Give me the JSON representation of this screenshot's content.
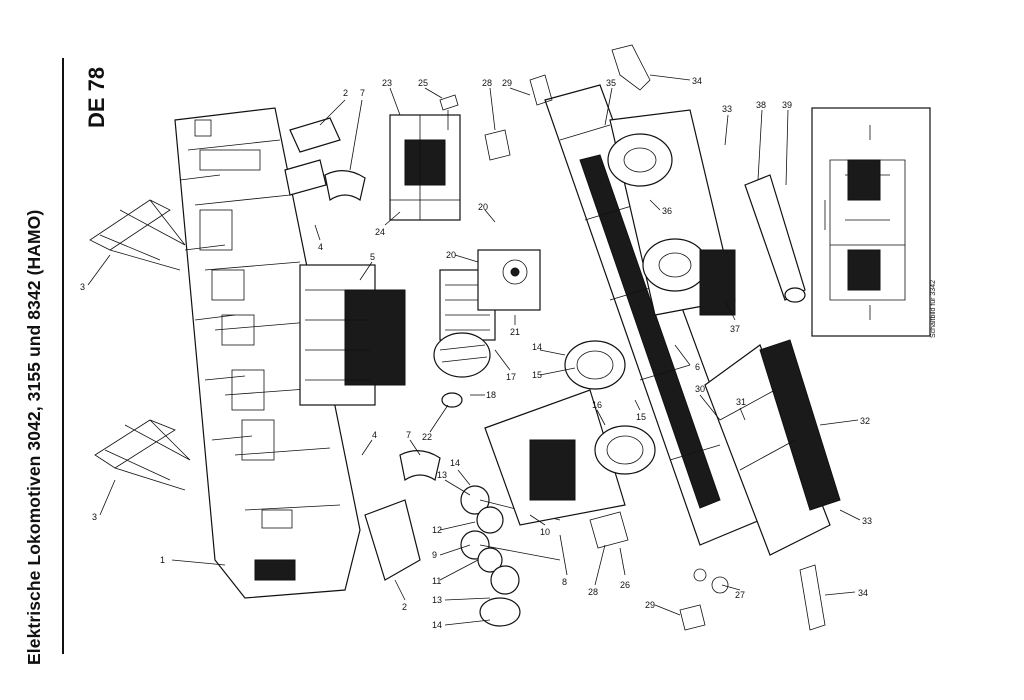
{
  "title": "Elektrische Lokomotiven 3042, 3155 und 8342 (HAMO)",
  "code": "DE 78",
  "inset_caption": "Schaltbild für 3342",
  "part_numbers": [
    "1",
    "2",
    "2",
    "3",
    "3",
    "4",
    "4",
    "5",
    "6",
    "7",
    "7",
    "8",
    "9",
    "10",
    "11",
    "12",
    "13",
    "13",
    "14",
    "14",
    "14",
    "15",
    "15",
    "16",
    "17",
    "18",
    "20",
    "20",
    "21",
    "22",
    "23",
    "24",
    "25",
    "26",
    "27",
    "28",
    "28",
    "29",
    "29",
    "30",
    "31",
    "32",
    "33",
    "33",
    "34",
    "34",
    "35",
    "36",
    "37",
    "38",
    "39"
  ]
}
